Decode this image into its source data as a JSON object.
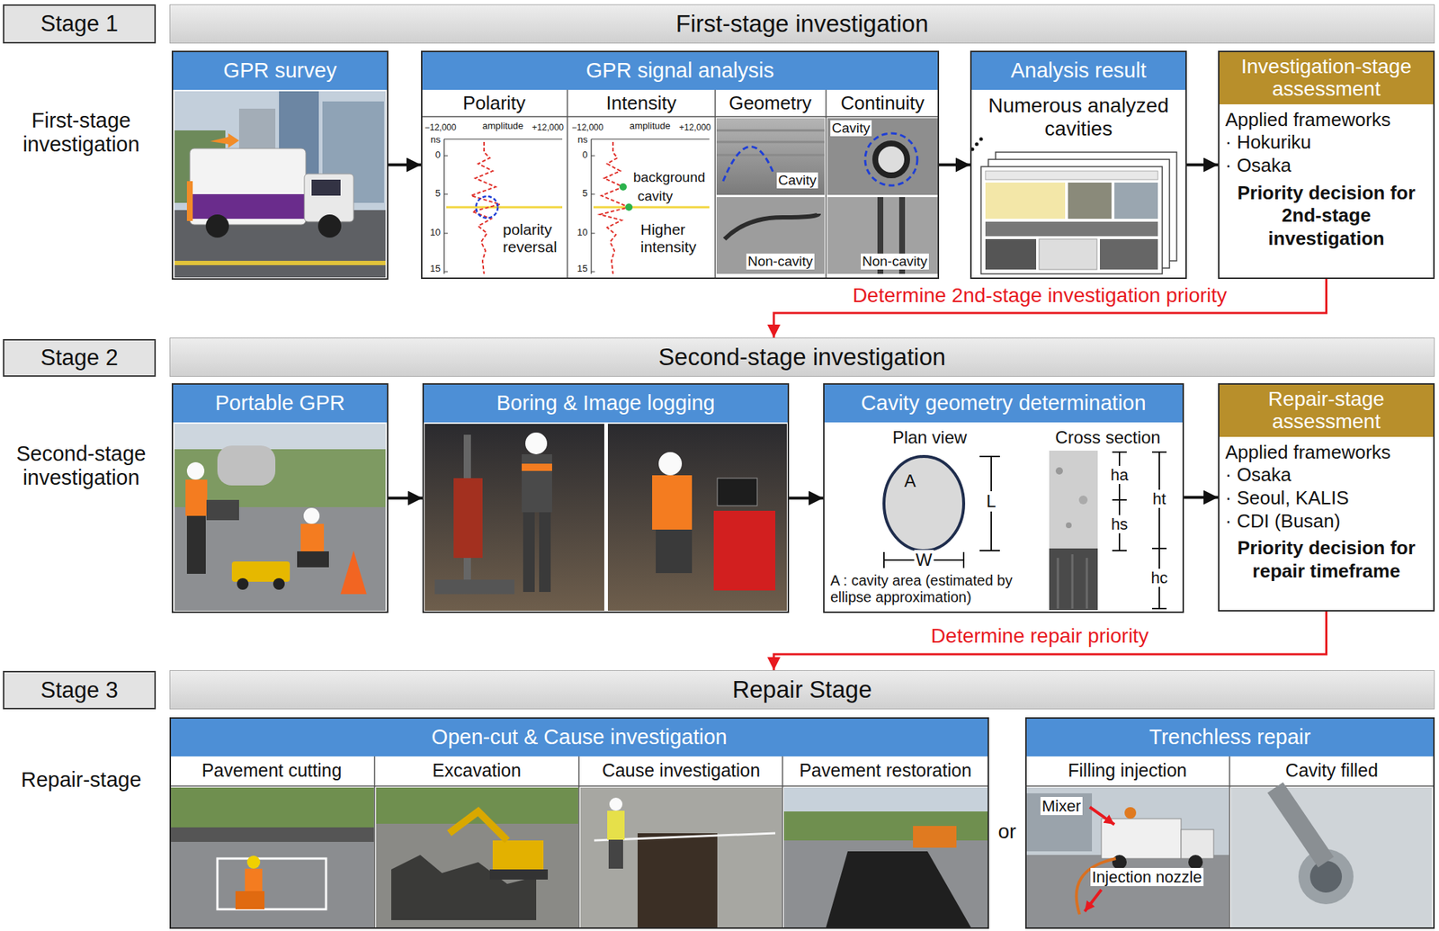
{
  "diagram": {
    "nodes": [
      {
        "text": [
          "Stage 1"
        ]
      },
      {
        "text": [
          "First-stage investigation"
        ]
      },
      {
        "text": [
          "GPR survey"
        ]
      },
      {
        "text": [
          "GPR signal analysis"
        ]
      },
      {
        "text": [
          "Analysis result",
          "Numerous analyzed cavities"
        ]
      },
      {
        "text": [
          "Investigation-stage assessment",
          "Applied frameworks",
          "· Hokuriku",
          "· Osaka",
          "Priority decision for 2nd-stage investigation"
        ]
      },
      {
        "text": [
          "Stage 2"
        ]
      },
      {
        "text": [
          "Second-stage investigation"
        ]
      },
      {
        "text": [
          "Portable GPR"
        ]
      },
      {
        "text": [
          "Boring & Image logging"
        ]
      },
      {
        "text": [
          "Cavity geometry determination"
        ]
      },
      {
        "text": [
          "Repair-stage assessment",
          "Applied frameworks",
          "· Osaka",
          "· Seoul, KALIS",
          "· CDI (Busan)",
          "Priority decision for repair timeframe"
        ]
      },
      {
        "text": [
          "Stage 3"
        ]
      },
      {
        "text": [
          "Repair Stage"
        ]
      },
      {
        "text": [
          "Open-cut & Cause investigation"
        ]
      },
      {
        "text": [
          "Trenchless repair"
        ]
      }
    ],
    "edges": [
      {
        "from": 2,
        "to": 3,
        "arrow": "to"
      },
      {
        "from": 3,
        "to": 4,
        "arrow": "to"
      },
      {
        "from": 4,
        "to": 5,
        "arrow": "to"
      },
      {
        "from": 5,
        "to": 7,
        "label": "Determine 2nd-stage investigation priority",
        "arrow": "to"
      },
      {
        "from": 8,
        "to": 9,
        "arrow": "to"
      },
      {
        "from": 9,
        "to": 10,
        "arrow": "to"
      },
      {
        "from": 10,
        "to": 11,
        "arrow": "to"
      },
      {
        "from": 11,
        "to": 13,
        "label": "Determine repair priority",
        "arrow": "to"
      }
    ],
    "labels": [
      "First-stage investigation",
      "Polarity",
      "Intensity",
      "Geometry",
      "Continuity",
      "−12,000",
      "amplitude",
      "+12,000",
      "ns",
      "0",
      "5",
      "10",
      "15",
      "polarity reversal",
      "−12,000",
      "amplitude",
      "+12,000",
      "ns",
      "0",
      "5",
      "10",
      "15",
      "background",
      "cavity",
      "Higher intensity",
      "Cavity",
      "Non-cavity",
      "Cavity",
      "Non-cavity",
      "Second-stage investigation",
      "Plan view",
      "Cross section",
      "A",
      "L",
      "W",
      "A : cavity area (estimated by ellipse approximation)",
      "ha",
      "hs",
      "ht",
      "hc",
      "Repair-stage",
      "Pavement cutting",
      "Excavation",
      "Cause investigation",
      "Pavement restoration",
      "or",
      "Filling injection",
      "Cavity filled",
      "Mixer",
      "Injection nozzle"
    ]
  }
}
